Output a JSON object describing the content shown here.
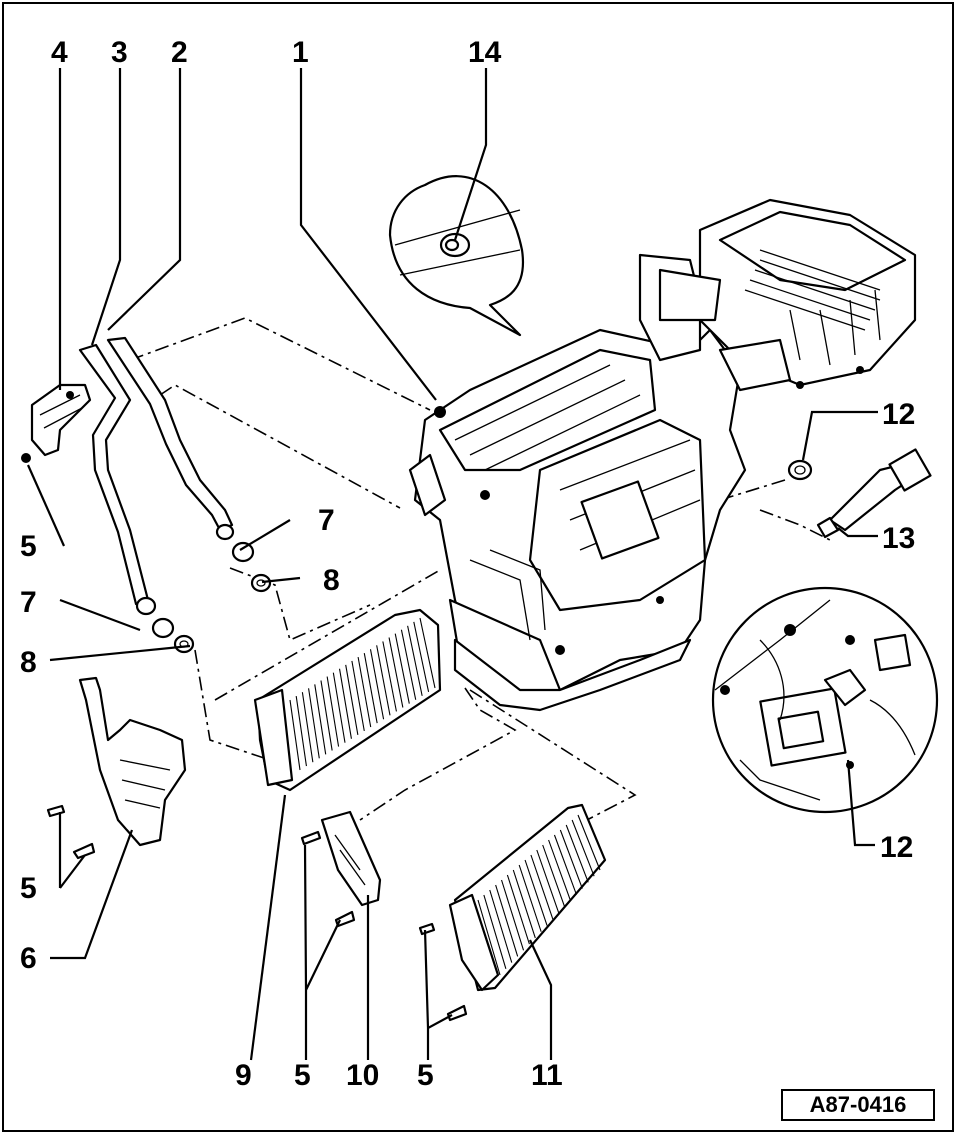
{
  "labels": {
    "l1": "1",
    "l2": "2",
    "l3": "3",
    "l4": "4",
    "l5a": "5",
    "l5b": "5",
    "l5c": "5",
    "l5d": "5",
    "l6": "6",
    "l7a": "7",
    "l7b": "7",
    "l8a": "8",
    "l8b": "8",
    "l9": "9",
    "l10": "10",
    "l11": "11",
    "l12a": "12",
    "l12b": "12",
    "l13": "13",
    "l14": "14"
  },
  "reference_code": "A87-0416"
}
